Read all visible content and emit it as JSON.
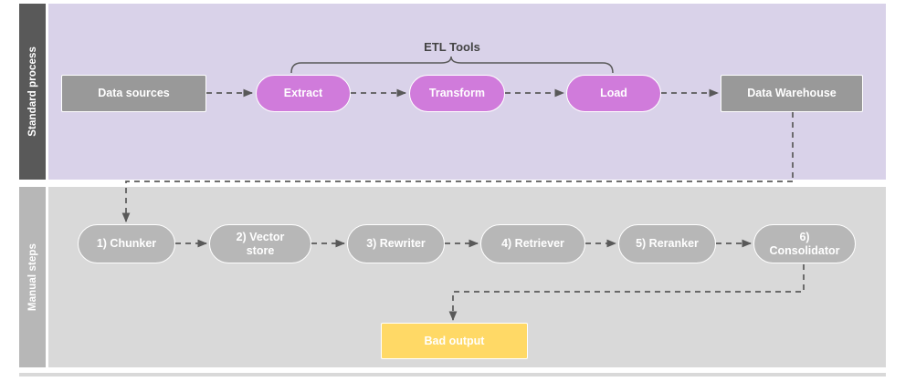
{
  "diagram": {
    "title": "ETL standard process and manual RAG steps",
    "lanes": [
      {
        "id": "standard",
        "label": "Standard process",
        "band_color": "#595959",
        "body_color": "#D9D2E9"
      },
      {
        "id": "manual",
        "label": "Manual steps",
        "band_color": "#B7B7B7",
        "body_color": "#D9D9D9"
      }
    ],
    "annotations": {
      "etl_bracket_label": "ETL Tools"
    },
    "standard_nodes": [
      {
        "id": "data-sources",
        "label": "Data sources",
        "shape": "rect",
        "color": "#999999"
      },
      {
        "id": "extract",
        "label": "Extract",
        "shape": "pill",
        "color": "#D07BDB"
      },
      {
        "id": "transform",
        "label": "Transform",
        "shape": "pill",
        "color": "#D07BDB"
      },
      {
        "id": "load",
        "label": "Load",
        "shape": "pill",
        "color": "#D07BDB"
      },
      {
        "id": "data-warehouse",
        "label": "Data Warehouse",
        "shape": "rect",
        "color": "#999999"
      }
    ],
    "manual_nodes": [
      {
        "id": "chunker",
        "label": "1) Chunker",
        "shape": "pill",
        "color": "#B7B7B7"
      },
      {
        "id": "vector-store",
        "label": "2) Vector store",
        "shape": "pill",
        "color": "#B7B7B7"
      },
      {
        "id": "rewriter",
        "label": "3) Rewriter",
        "shape": "pill",
        "color": "#B7B7B7"
      },
      {
        "id": "retriever",
        "label": "4) Retriever",
        "shape": "pill",
        "color": "#B7B7B7"
      },
      {
        "id": "reranker",
        "label": "5) Reranker",
        "shape": "pill",
        "color": "#B7B7B7"
      },
      {
        "id": "consolidator",
        "label": "6) Consolidator",
        "shape": "pill",
        "color": "#B7B7B7"
      }
    ],
    "output_nodes": [
      {
        "id": "bad-output",
        "label": "Bad output",
        "shape": "rect",
        "color": "#FFD966"
      }
    ],
    "edges": [
      {
        "from": "data-sources",
        "to": "extract",
        "style": "dashed"
      },
      {
        "from": "extract",
        "to": "transform",
        "style": "dashed"
      },
      {
        "from": "transform",
        "to": "load",
        "style": "dashed"
      },
      {
        "from": "load",
        "to": "data-warehouse",
        "style": "dashed"
      },
      {
        "from": "data-warehouse",
        "to": "consolidator",
        "style": "dashed"
      },
      {
        "from": "chunker",
        "to": "vector-store",
        "style": "dashed"
      },
      {
        "from": "vector-store",
        "to": "rewriter",
        "style": "dashed"
      },
      {
        "from": "rewriter",
        "to": "retriever",
        "style": "dashed"
      },
      {
        "from": "retriever",
        "to": "reranker",
        "style": "dashed"
      },
      {
        "from": "reranker",
        "to": "consolidator",
        "style": "dashed"
      },
      {
        "from": "extract",
        "to": "chunker",
        "style": "dashed"
      },
      {
        "from": "consolidator",
        "to": "bad-output",
        "style": "dashed"
      }
    ],
    "colors": {
      "connector": "#595959",
      "node_text": "#ffffff",
      "annotation_text": "#434343",
      "bracket": "#595959"
    }
  }
}
